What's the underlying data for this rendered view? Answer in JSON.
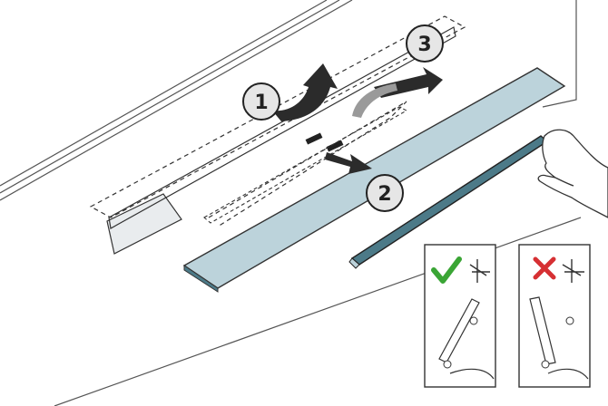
{
  "steps": [
    {
      "number": "1"
    },
    {
      "number": "2"
    },
    {
      "number": "3"
    }
  ],
  "panels": {
    "correct": {
      "symbol": "check-mark",
      "color": "#3aa535"
    },
    "incorrect": {
      "symbol": "cross-mark",
      "color": "#d63033"
    }
  },
  "colors": {
    "shelf_fill": "#bcd3db",
    "shelf_dark": "#4c7a88",
    "circle_fill": "#e6e6e6",
    "arrow_dark": "#2b2b2b",
    "arrow_light": "#9a9a9a",
    "line": "#333333"
  }
}
